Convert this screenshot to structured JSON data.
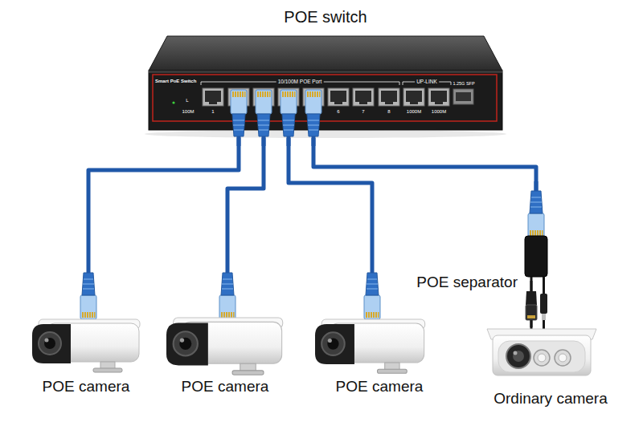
{
  "diagram": {
    "nodes": [
      {
        "text": [
          "POE switch"
        ]
      },
      {
        "text": [
          "POE camera"
        ]
      },
      {
        "text": [
          "POE camera"
        ]
      },
      {
        "text": [
          "POE camera"
        ]
      },
      {
        "text": [
          "POE separator"
        ]
      },
      {
        "text": [
          "Ordinary camera"
        ]
      }
    ],
    "edges": [
      {
        "from": 0,
        "to": 1,
        "arrow": "none"
      },
      {
        "from": 0,
        "to": 2,
        "arrow": "none"
      },
      {
        "from": 0,
        "to": 3,
        "arrow": "none"
      },
      {
        "from": 0,
        "to": 4,
        "arrow": "none"
      },
      {
        "from": 4,
        "to": 5,
        "arrow": "none"
      }
    ],
    "labels": [
      "Smart PoE Switch",
      "10/100M POE Port",
      "UP-LINK",
      "1.25G SFP",
      "L",
      "100M",
      "1",
      "6",
      "7",
      "8",
      "1000M",
      "1000M"
    ]
  }
}
